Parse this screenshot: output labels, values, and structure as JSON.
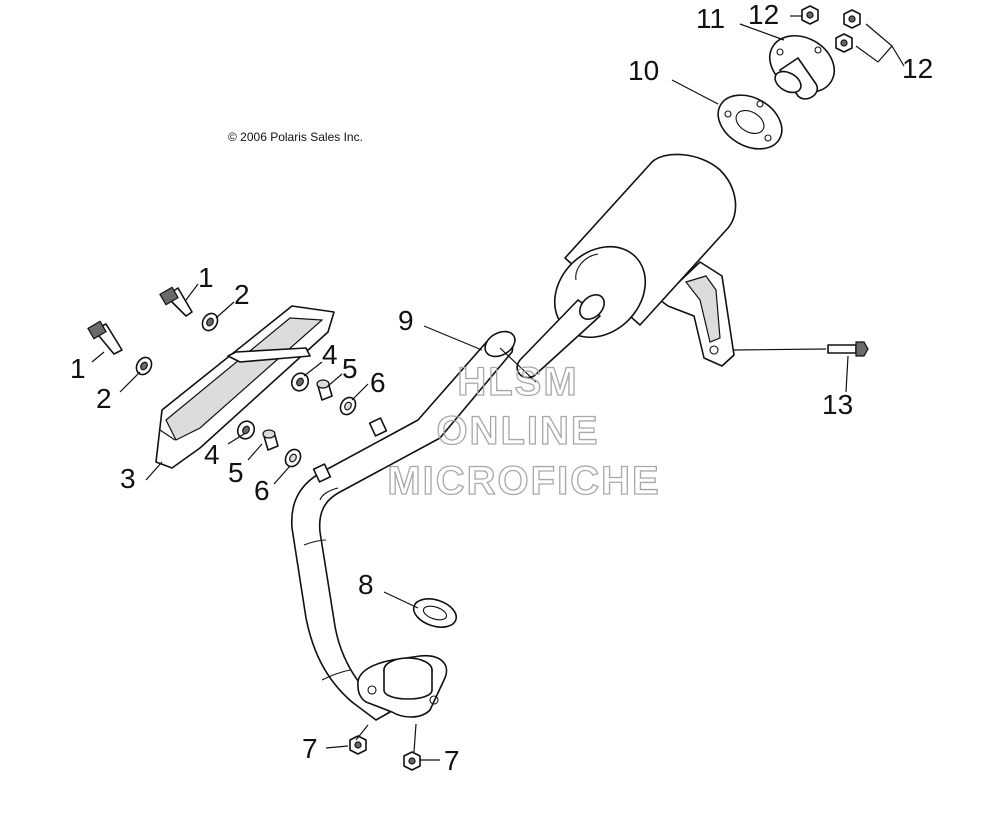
{
  "copyright": "© 2006 Polaris Sales Inc.",
  "watermark": {
    "line1": "HLSM",
    "line2": "ONLINE",
    "line3": "MICROFICHE"
  },
  "callouts": {
    "c1a": "1",
    "c1b": "1",
    "c2a": "2",
    "c2b": "2",
    "c3": "3",
    "c4a": "4",
    "c4b": "4",
    "c5a": "5",
    "c5b": "5",
    "c6a": "6",
    "c6b": "6",
    "c7a": "7",
    "c7b": "7",
    "c8": "8",
    "c9": "9",
    "c10": "10",
    "c11": "11",
    "c12a": "12",
    "c12b": "12",
    "c13": "13"
  }
}
